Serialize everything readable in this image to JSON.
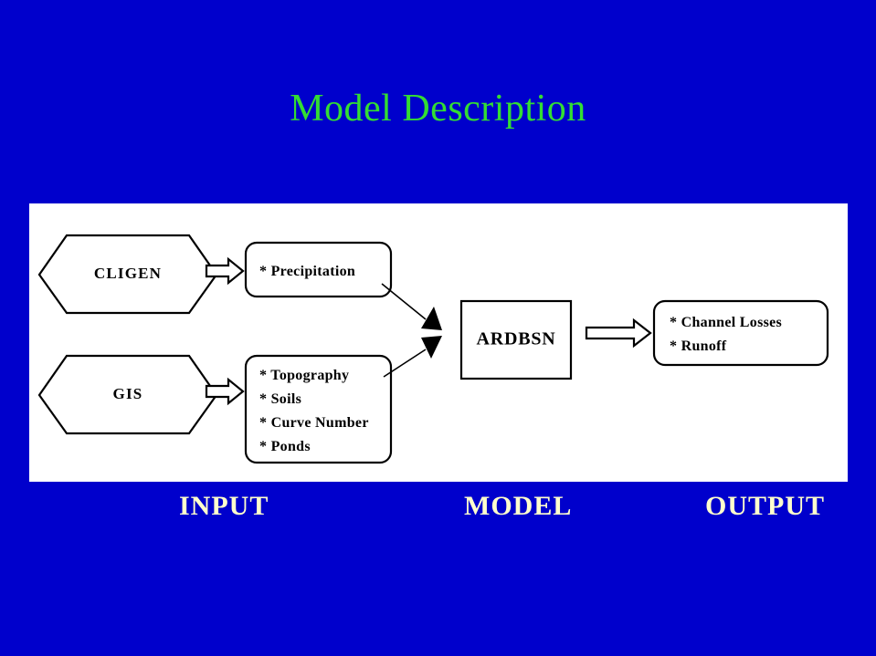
{
  "slide": {
    "title": "Model Description",
    "background_color": "#0000CC",
    "title_color": "#33DD33",
    "panel_color": "#FFFFFF",
    "footer_color": "#FFFFCC"
  },
  "diagram": {
    "input_sources": [
      {
        "name": "cligen",
        "label": "CLIGEN",
        "shape": "hexagon"
      },
      {
        "name": "gis",
        "label": "GIS",
        "shape": "hexagon"
      }
    ],
    "input_data": [
      {
        "name": "precipitation",
        "shape": "rounded-rect",
        "lines": [
          "* Precipitation"
        ]
      },
      {
        "name": "terrain",
        "shape": "rounded-rect",
        "lines": [
          "* Topography",
          "* Soils",
          "* Curve Number",
          "* Ponds"
        ]
      }
    ],
    "model": {
      "name": "ardbsn",
      "label": "ARDBSN",
      "shape": "rect"
    },
    "outputs": {
      "name": "results",
      "shape": "rounded-rect",
      "lines": [
        "* Channel Losses",
        "* Runoff"
      ]
    },
    "arrows": [
      {
        "name": "cligen-to-precipitation",
        "style": "block",
        "direction": "right"
      },
      {
        "name": "gis-to-terrain",
        "style": "block",
        "direction": "right"
      },
      {
        "name": "precipitation-to-model",
        "style": "line",
        "direction": "down-right"
      },
      {
        "name": "terrain-to-model",
        "style": "line",
        "direction": "up-right"
      },
      {
        "name": "model-to-outputs",
        "style": "block",
        "direction": "right"
      }
    ]
  },
  "footer": {
    "input": "INPUT",
    "model": "MODEL",
    "output": "OUTPUT"
  }
}
